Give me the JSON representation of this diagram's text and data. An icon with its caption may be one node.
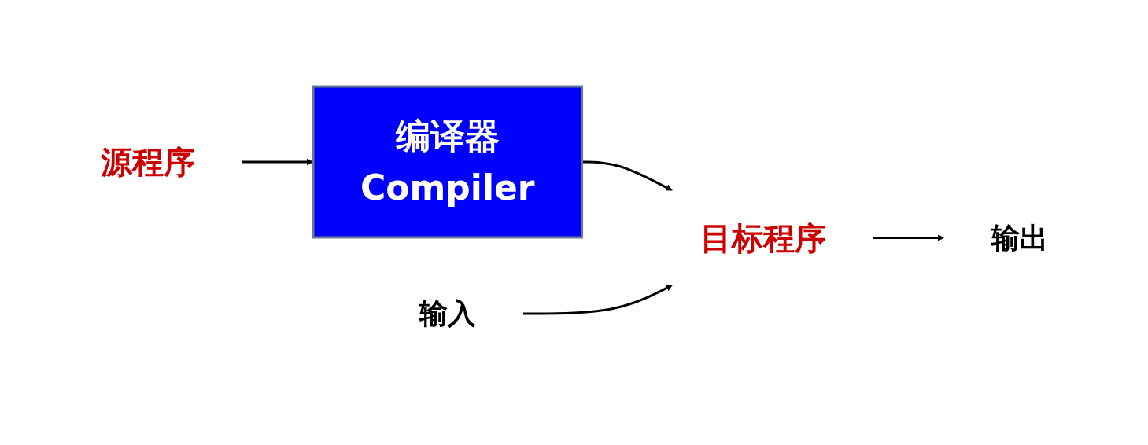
{
  "diagram": {
    "nodes": [
      {
        "text": [
          "源程序"
        ]
      },
      {
        "text": [
          "编译器",
          "Compiler"
        ]
      },
      {
        "text": [
          "目标程序"
        ]
      },
      {
        "text": [
          "输入"
        ]
      },
      {
        "text": [
          "输出"
        ]
      }
    ],
    "edges": [
      {
        "from": 0,
        "to": 1,
        "arrow": "to"
      },
      {
        "from": 1,
        "to": 2,
        "arrow": "to"
      },
      {
        "from": 3,
        "to": 2,
        "arrow": "to"
      },
      {
        "from": 2,
        "to": 4,
        "arrow": "to"
      }
    ]
  }
}
